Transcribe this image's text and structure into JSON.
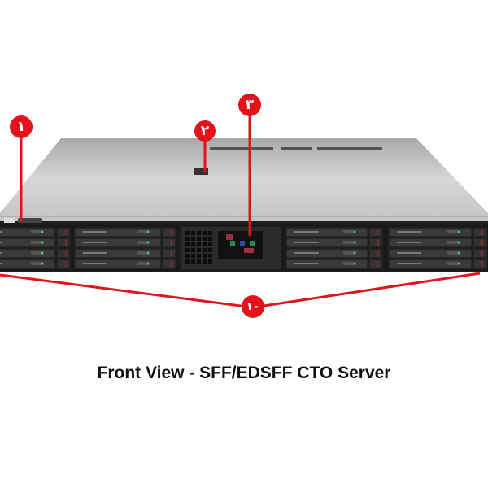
{
  "caption": "Front View - SFF/EDSFF CTO Server",
  "callouts": [
    {
      "id": "1",
      "label": "۱"
    },
    {
      "id": "2",
      "label": "۲"
    },
    {
      "id": "3",
      "label": "۳"
    },
    {
      "id": "10",
      "label": "۱۰"
    }
  ],
  "colors": {
    "callout": "#e3131b",
    "chassis_top": "#c9c9c9",
    "front_panel": "#2a2a2a"
  }
}
